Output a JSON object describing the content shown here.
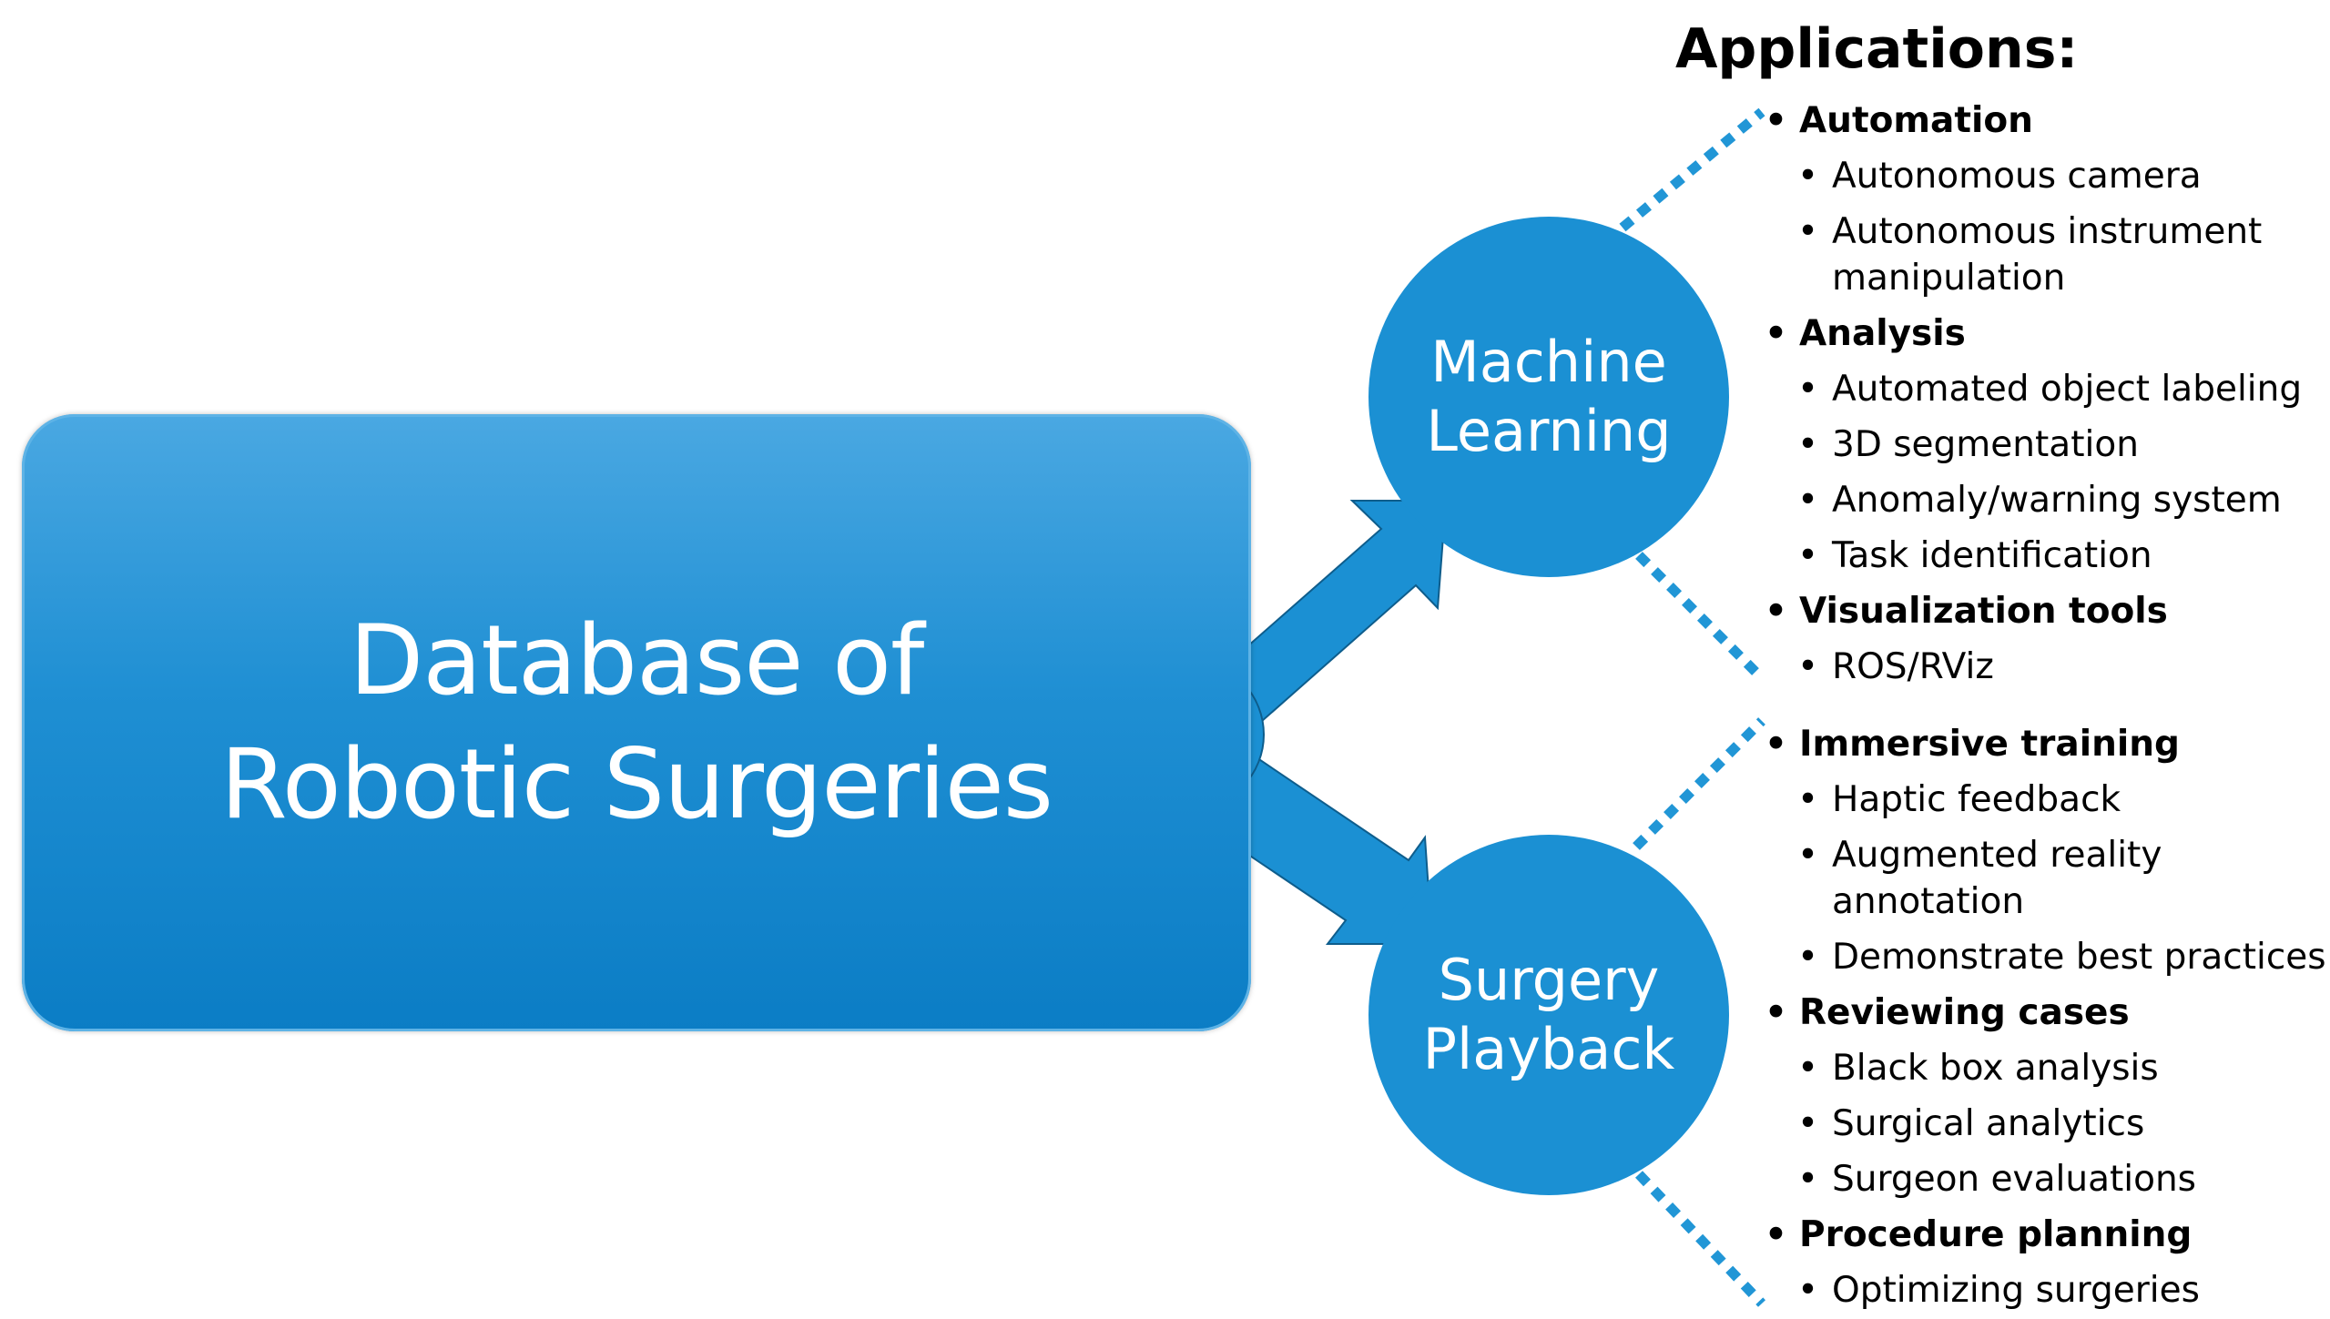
{
  "database_box": {
    "line1": "Database of",
    "line2": "Robotic Surgeries"
  },
  "machine_learning": {
    "line1": "Machine",
    "line2": "Learning"
  },
  "surgery_playback": {
    "line1": "Surgery",
    "line2": "Playback"
  },
  "applications": {
    "title": "Applications:",
    "groups": [
      {
        "label": "Automation",
        "items": [
          "Autonomous camera",
          "Autonomous instrument manipulation"
        ]
      },
      {
        "label": "Analysis",
        "items": [
          "Automated object labeling",
          "3D segmentation",
          "Anomaly/warning system",
          "Task identification"
        ]
      },
      {
        "label": "Visualization tools",
        "items": [
          "ROS/RViz"
        ]
      },
      {
        "label": "Immersive training",
        "items": [
          "Haptic feedback",
          "Augmented reality annotation",
          "Demonstrate best practices"
        ]
      },
      {
        "label": "Reviewing cases",
        "items": [
          "Black box analysis",
          "Surgical analytics",
          "Surgeon evaluations"
        ]
      },
      {
        "label": "Procedure planning",
        "items": [
          "Optimizing surgeries"
        ]
      }
    ]
  },
  "colors": {
    "primary_blue": "#1b90d3",
    "dotted_line": "#2196d6",
    "text": "#000000"
  }
}
